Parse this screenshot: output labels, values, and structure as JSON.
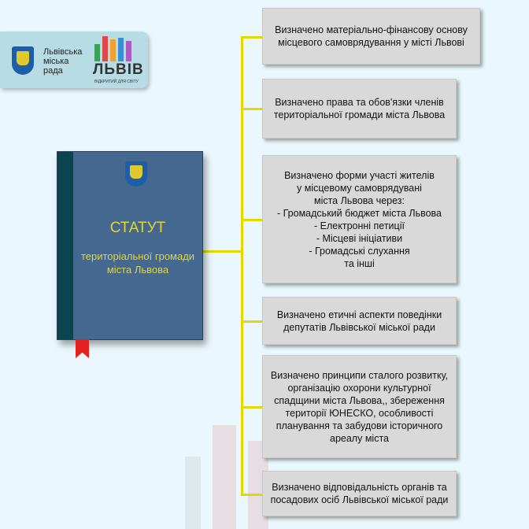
{
  "logo": {
    "org_name": "Львівська\nміська\nрада",
    "city_brand": "ЛЬВІВ",
    "city_slogan": "ВІДКРИТИЙ ДЛЯ СВІТУ"
  },
  "book": {
    "title": "СТАТУТ",
    "subtitle": "територіальної громади міста Львова"
  },
  "boxes": [
    "Визначено матеріально-фінансову основу місцевого самоврядування у місті Львові",
    "Визначено права та обов'язки членів територіальної громади міста Львова",
    "Визначено форми участі жителів\nу місцевому самоврядувані\nміста Львова через:\n- Громадський бюджет міста Львова\n- Електронні петиції\n- Місцеві ініціативи\n- Громадські слухання\nта інші",
    "Визначено етичні аспекти поведінки депутатів Львівської міської ради",
    "Визначено принципи сталого розвитку, організацію охорони культурної спадщини міста Львова,, збереження території ЮНЕСКО, особливості планування та забудови історичного ареалу міста",
    "Визначено відповідальність органів та посадових осіб Львівської міської ради"
  ],
  "colors": {
    "connector": "#e3d800",
    "box": "#d9d9d9",
    "book": "#456890",
    "accent_text": "#e3d630"
  }
}
